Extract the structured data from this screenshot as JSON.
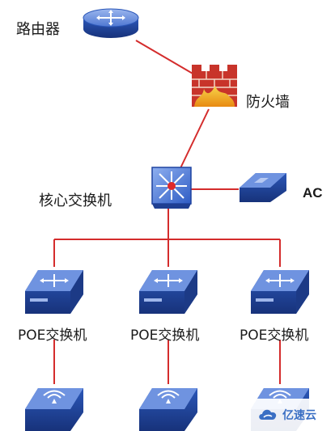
{
  "nodes": {
    "router": {
      "label": "路由器",
      "icon": "router-icon"
    },
    "firewall": {
      "label": "防火墙",
      "icon": "firewall-icon"
    },
    "core_switch": {
      "label": "核心交换机",
      "icon": "core-switch-icon"
    },
    "ac": {
      "label": "AC",
      "icon": "access-controller-icon"
    },
    "poe_switches": [
      {
        "label": "POE交换机",
        "icon": "switch-icon"
      },
      {
        "label": "POE交换机",
        "icon": "switch-icon"
      },
      {
        "label": "POE交换机",
        "icon": "switch-icon"
      }
    ],
    "access_points": [
      {
        "icon": "wireless-ap-icon"
      },
      {
        "icon": "wireless-ap-icon"
      },
      {
        "icon": "wireless-ap-icon"
      }
    ]
  },
  "watermark": {
    "text": "亿速云",
    "icon": "cloud-logo-icon"
  },
  "colors": {
    "link": "#d42c2c",
    "device_blue": "#2b57b8",
    "device_light": "#6f93e0",
    "firewall_brick": "#c8342a",
    "firewall_flame": "#f5c21b"
  }
}
